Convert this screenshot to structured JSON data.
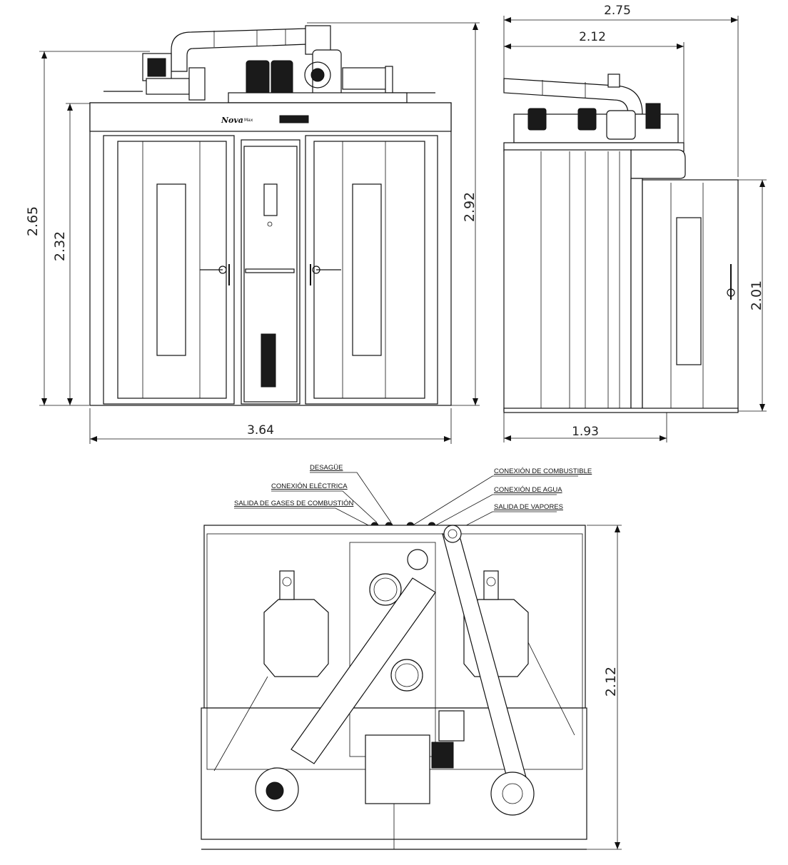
{
  "front_view": {
    "width_label": "3.64",
    "total_height_label": "2.92",
    "body_height_label": "2.65",
    "door_height_label": "2.32",
    "brand_text": "Nova",
    "brand_sub": "Max"
  },
  "side_view": {
    "total_depth_label": "2.75",
    "body_depth_label": "2.12",
    "base_depth_label": "1.93",
    "door_height_label": "2.01"
  },
  "top_view": {
    "depth_label": "2.12",
    "callouts": {
      "drain": "DESAGÜE",
      "electrical": "CONEXIÓN ELÉCTRICA",
      "exhaust": "SALIDA DE GASES DE COMBUSTIÓN",
      "fuel": "CONEXIÓN DE COMBUSTIBLE",
      "water": "CONEXIÓN DE AGUA",
      "steam": "SALIDA DE VAPORES"
    }
  }
}
